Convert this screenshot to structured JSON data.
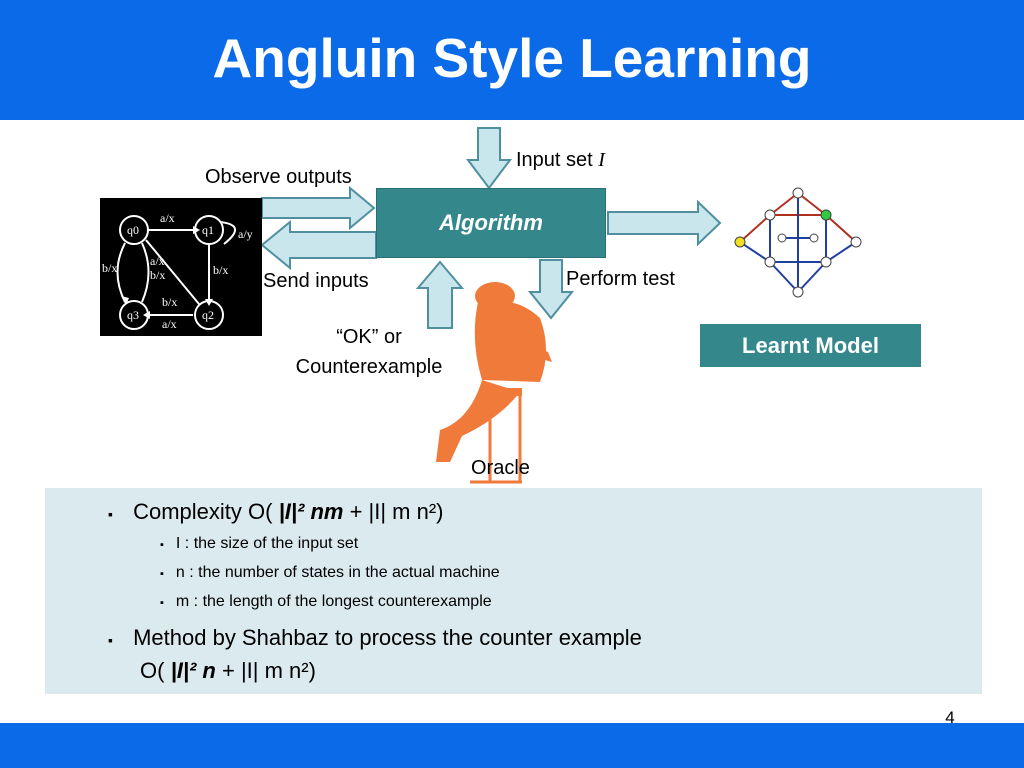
{
  "slide": {
    "title": "Angluin Style Learning",
    "page_number": "4"
  },
  "diagram": {
    "input_set_label": "Input set",
    "input_set_symbol": "I",
    "observe_outputs": "Observe outputs",
    "send_inputs": "Send inputs",
    "perform_test": "Perform test",
    "ok_line1": "“OK” or",
    "ok_line2": "Counterexample",
    "oracle": "Oracle",
    "algorithm": "Algorithm",
    "learnt_model": "Learnt Model",
    "fsm": {
      "states": [
        "q0",
        "q1",
        "q2",
        "q3"
      ],
      "edge_labels": [
        "a/x",
        "a/y",
        "b/x",
        "a/x",
        "b/x",
        "b/x",
        "b/x",
        "a/x"
      ]
    }
  },
  "bullets": [
    {
      "marker": "▪",
      "prefix": "Complexity O( ",
      "bold": "|I|² nm",
      "suffix": " + |I| m n²)",
      "children": [
        "I : the size of the input set",
        "n : the number of states in the actual machine",
        "m : the length of the longest counterexample"
      ]
    },
    {
      "marker": "▪",
      "line1": "Method by Shahbaz to process the counter example",
      "prefix": "O( ",
      "bold": "|I|² n",
      "suffix": " + |I| m n²)"
    }
  ],
  "colors": {
    "title_bar": "#0a6ae8",
    "teal_box": "#34888c",
    "bullet_bg": "#dbeaee",
    "arrow_fill": "#c8e6ec",
    "arrow_stroke": "#4f8fa0",
    "oracle_orange": "#f07a3a"
  }
}
